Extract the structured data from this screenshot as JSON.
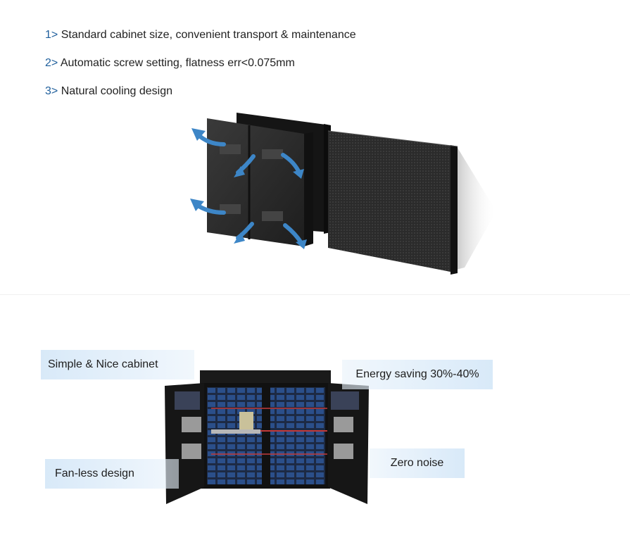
{
  "features": [
    {
      "num": "1>",
      "text": "Standard cabinet size, convenient transport & maintenance"
    },
    {
      "num": "2>",
      "text": "Automatic screw setting, flatness err<0.075mm"
    },
    {
      "num": "3>",
      "text": "Natural cooling design"
    }
  ],
  "labels": {
    "simple": "Simple & Nice cabinet",
    "energy": "Energy saving 30%-40%",
    "fanless": "Fan-less design",
    "noise": "Zero noise"
  },
  "colors": {
    "accent": "#1f5f9c",
    "arrow": "#3d86c7",
    "cabinet": "#1b1b1b",
    "label_bg": "#d6e8f8"
  }
}
